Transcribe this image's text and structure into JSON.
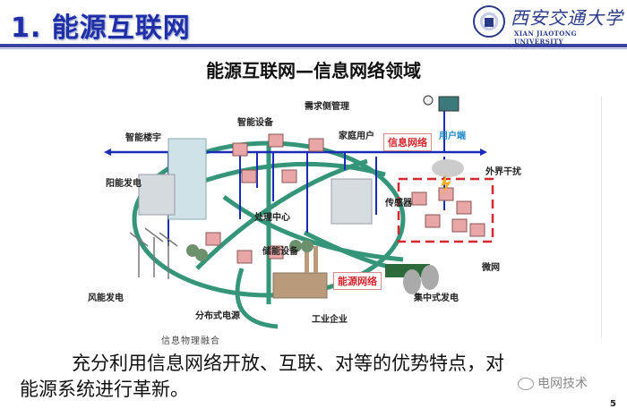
{
  "slide": {
    "title": "1. 能源互联网",
    "logo": {
      "chinese_name": "西安交通大学",
      "english_name": "XIAN JIAOTONG UNIVERSITY",
      "icon": "university-seal-icon"
    },
    "subtitle": "能源互联网—信息网络领域",
    "page_number": "5"
  },
  "diagram": {
    "labels": {
      "smart_building": "智能楼宇",
      "smart_device": "智能设备",
      "demand_side": "需求侧管理",
      "home_user": "家庭用户",
      "solar": "阳能发电",
      "processing_center": "处理中心",
      "sensor": "传感器",
      "external_disturbance": "外界干扰",
      "user_terminal": "用户端",
      "storage": "储能设备",
      "wind": "风能发电",
      "distributed_power": "分布式电源",
      "industrial": "工业企业",
      "centralized_generation": "集中式发电",
      "microgrid": "微网"
    },
    "info_network_label": "信息网络",
    "energy_network_label": "能源网络",
    "caption": "信息物理融合",
    "colors": {
      "info_line": "#1a2bb8",
      "energy_line": "#1f8a6a",
      "highlight_red": "#d6262e"
    }
  },
  "body": {
    "line1": "充分利用信息网络开放、互联、对等的优势特点，对",
    "line2": "能源系统进行革新。"
  },
  "watermark": {
    "icon": "wechat-icon",
    "text": "电网技术"
  }
}
